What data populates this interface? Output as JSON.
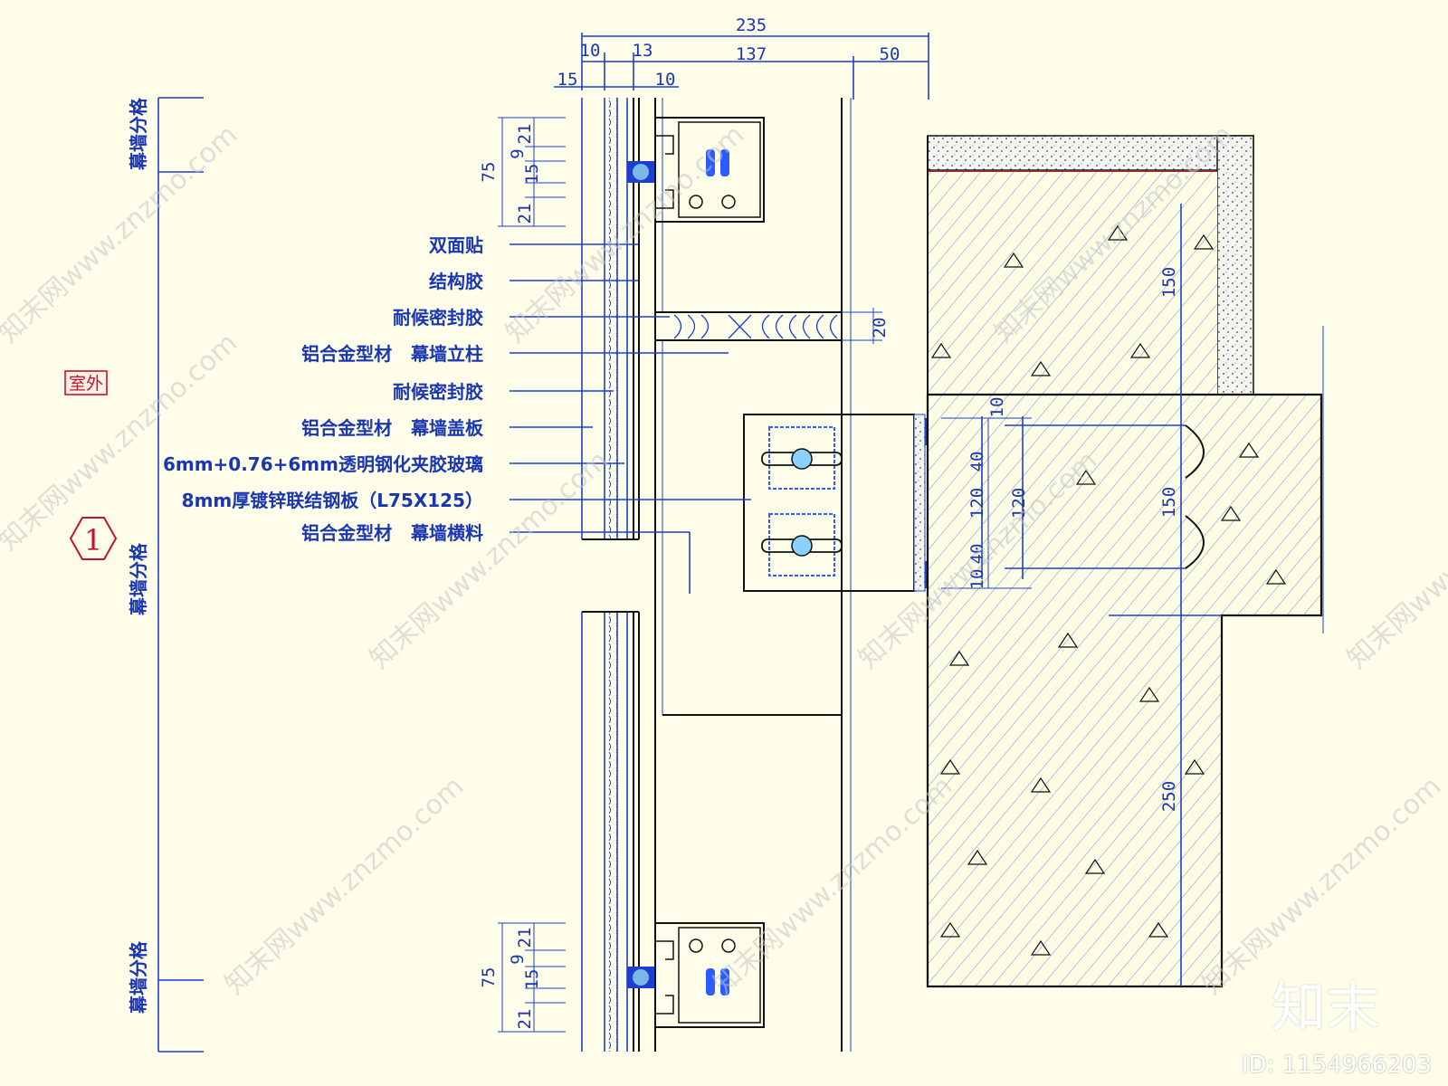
{
  "dimensions": {
    "top_total": "235",
    "top_segments": [
      "10",
      "13",
      "137",
      "50"
    ],
    "top_small_left": "15",
    "top_small_right": "10",
    "upper_mullion": [
      "75",
      "21",
      "9",
      "15",
      "21"
    ],
    "lower_mullion": [
      "75",
      "21",
      "9",
      "15",
      "21"
    ],
    "gap": "20",
    "slab_top": "150",
    "slab_side": "150",
    "slab_bottom": "250",
    "bracket": [
      "10",
      "40",
      "120",
      "40",
      "10",
      "120"
    ]
  },
  "grid_labels": {
    "top": "幕墙分格",
    "middle": "幕墙分格",
    "bottom": "幕墙分格"
  },
  "exterior_tag": "室外",
  "section_marker": "1",
  "callouts": [
    "双面贴",
    "结构胶",
    "耐候密封胶",
    "铝合金型材   幕墙立柱",
    "耐候密封胶",
    "铝合金型材   幕墙盖板",
    "6mm+0.76+6mm透明钢化夹胶玻璃",
    "8mm厚镀锌联结钢板（L75X125）",
    "铝合金型材   幕墙横料"
  ],
  "watermark": {
    "site": "知末网www.znzmo.com",
    "logo": "知末",
    "id": "ID: 1154966203"
  },
  "colors": {
    "line": "#1d3fd0",
    "background": "#fdfdea",
    "concrete": "#fdfde6",
    "accent_red": "#c8102e"
  }
}
